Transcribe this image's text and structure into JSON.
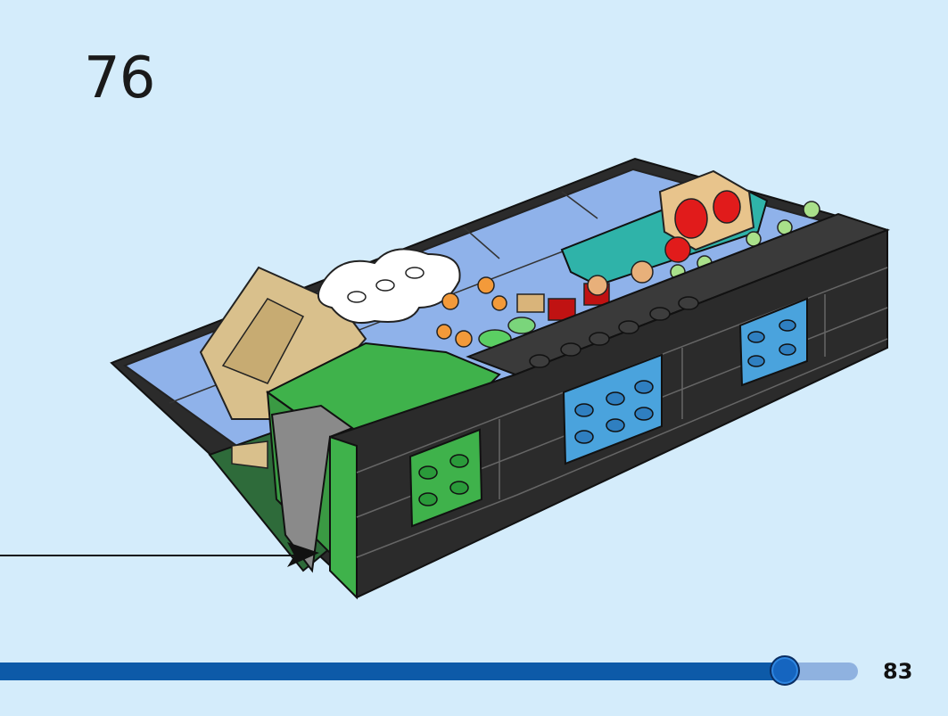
{
  "step": {
    "number": "76"
  },
  "page": {
    "number": "83"
  },
  "progress": {
    "fraction": 0.915
  },
  "colors": {
    "background": "#d4ecfb",
    "progress_fill": "#0d5aa8",
    "progress_track": "#8fb2e0"
  },
  "illustration": {
    "subject": "lego-build-model",
    "callout": "arrow-pointer"
  }
}
